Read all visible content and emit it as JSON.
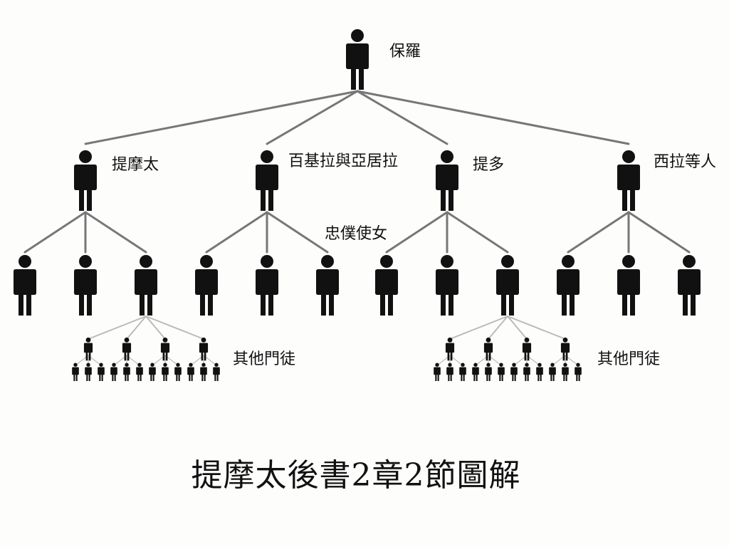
{
  "diagram": {
    "root_label": "保羅",
    "branches": [
      {
        "label": "提摩太",
        "followers_label": "其他門徒"
      },
      {
        "label": "百基拉與亞居拉"
      },
      {
        "label": "提多",
        "followers_label": "其他門徒"
      },
      {
        "label": "西拉等人"
      }
    ],
    "note": "忠僕使女"
  },
  "caption": "提摩太後書2章2節圖解",
  "colors": {
    "figure": "#111111",
    "main_line": "#777777",
    "faint_line": "#bbbbbb",
    "background": "#fdfdfc"
  }
}
